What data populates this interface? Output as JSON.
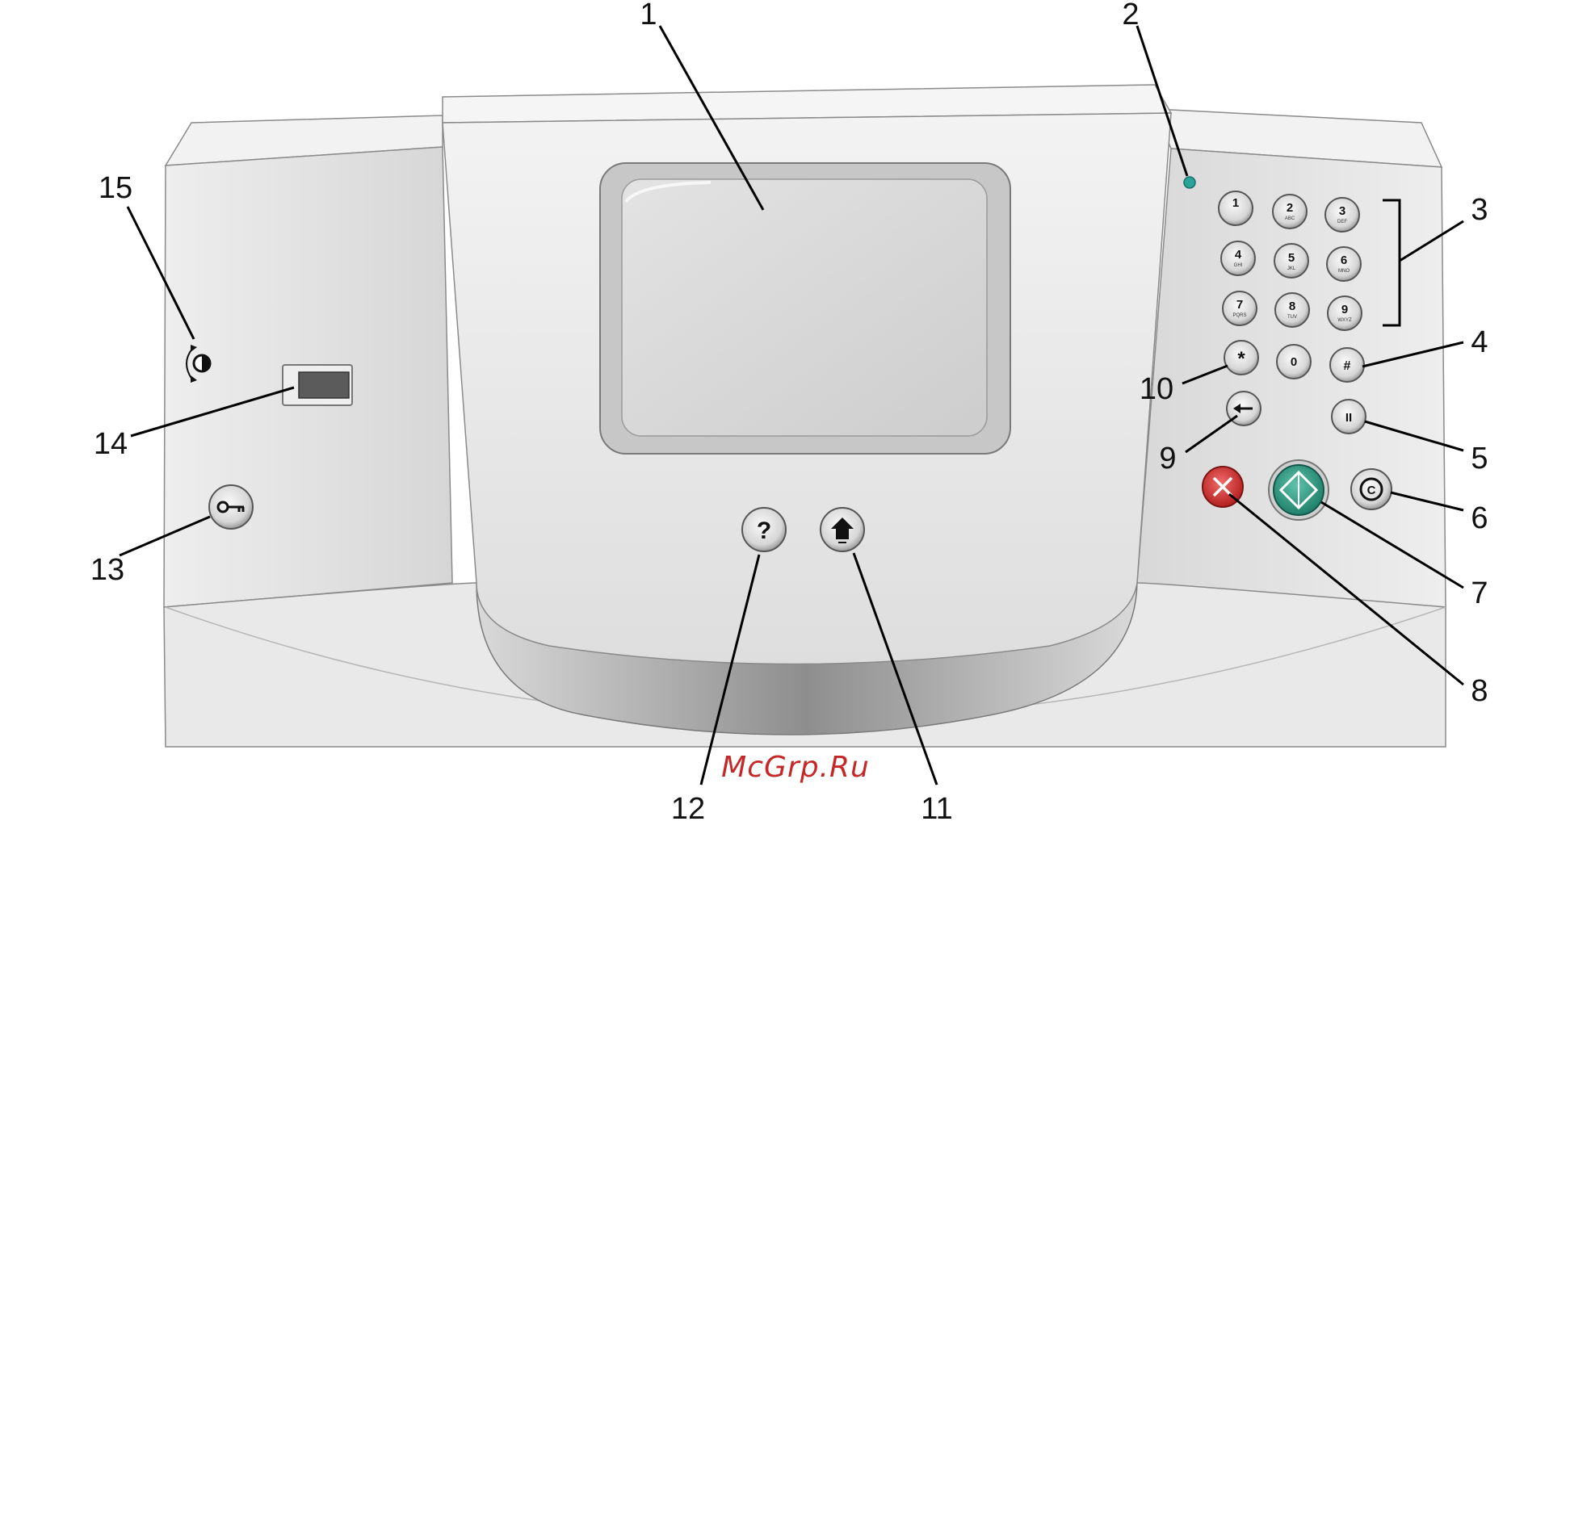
{
  "callouts": {
    "c1": "1",
    "c2": "2",
    "c3": "3",
    "c4": "4",
    "c5": "5",
    "c6": "6",
    "c7": "7",
    "c8": "8",
    "c9": "9",
    "c10": "10",
    "c11": "11",
    "c12": "12",
    "c13": "13",
    "c14": "14",
    "c15": "15"
  },
  "keypad": {
    "k1": {
      "digit": "1",
      "letters": ""
    },
    "k2": {
      "digit": "2",
      "letters": "ABC"
    },
    "k3": {
      "digit": "3",
      "letters": "DEF"
    },
    "k4": {
      "digit": "4",
      "letters": "GHI"
    },
    "k5": {
      "digit": "5",
      "letters": "JKL"
    },
    "k6": {
      "digit": "6",
      "letters": "MNO"
    },
    "k7": {
      "digit": "7",
      "letters": "PQRS"
    },
    "k8": {
      "digit": "8",
      "letters": "TUV"
    },
    "k9": {
      "digit": "9",
      "letters": "WXYZ"
    },
    "k0": {
      "digit": "0"
    },
    "star": "*",
    "hash": "#",
    "pause": "II",
    "clear": "C",
    "help": "?"
  },
  "watermark": "McGrp.Ru",
  "icons": {
    "contrast": "contrast-icon",
    "lock": "key-icon",
    "usb": "usb-port",
    "home": "home-icon",
    "start": "start-diamond-icon",
    "stop": "stop-x-icon",
    "backspace": "back-arrow-icon"
  },
  "colors": {
    "indicator_light": "#2aa39a",
    "start_button": "#2e9e86",
    "stop_button": "#d83a3a",
    "panel": "#e6e6e6",
    "panel_dark": "#d2d2d2"
  }
}
